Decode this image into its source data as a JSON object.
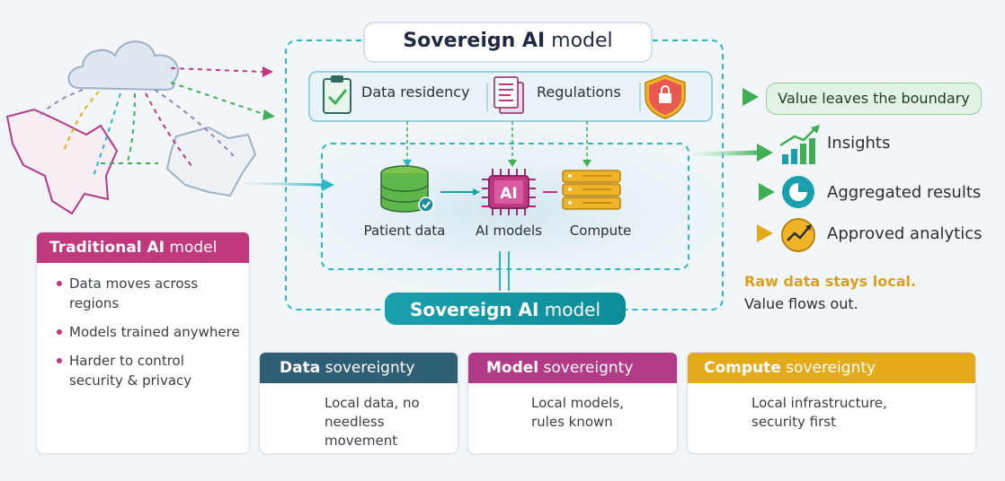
{
  "title": {
    "bold": "Sovereign AI",
    "rest": " model"
  },
  "bottom_pill": {
    "bold": "Sovereign AI",
    "rest": " model"
  },
  "top_panel": {
    "data_residency": "Data residency",
    "regulations": "Regulations"
  },
  "value_pill": "Value leaves the boundary",
  "nodes": {
    "patient_data": "Patient data",
    "ai_models": "AI models",
    "compute": "Compute",
    "ai_chip_text": "AI"
  },
  "outputs": {
    "insights": "Insights",
    "aggregated": "Aggregated results",
    "approved": "Approved analytics"
  },
  "note": {
    "line1": "Raw data stays local.",
    "line2": "Value flows out."
  },
  "traditional": {
    "title_bold": "Traditional AI",
    "title_rest": " model",
    "items": [
      "Data moves across regions",
      "Models trained anywhere",
      "Harder to control security & privacy"
    ]
  },
  "sovereignty": [
    {
      "title_bold": "Data",
      "title_rest": " sovereignty",
      "text": "Local data, no needless movement",
      "color": "#2e5f75"
    },
    {
      "title_bold": "Model",
      "title_rest": " sovereignty",
      "text": "Local models, rules known",
      "color": "#b23a86"
    },
    {
      "title_bold": "Compute",
      "title_rest": " sovereignty",
      "text": "Local infrastructure, security first",
      "color": "#e3ab1c"
    }
  ],
  "colors": {
    "teal": "#1aa0ad",
    "green": "#4caf50",
    "magenta": "#b23a86",
    "gold": "#e3ab1c",
    "navy": "#2e5f75"
  }
}
